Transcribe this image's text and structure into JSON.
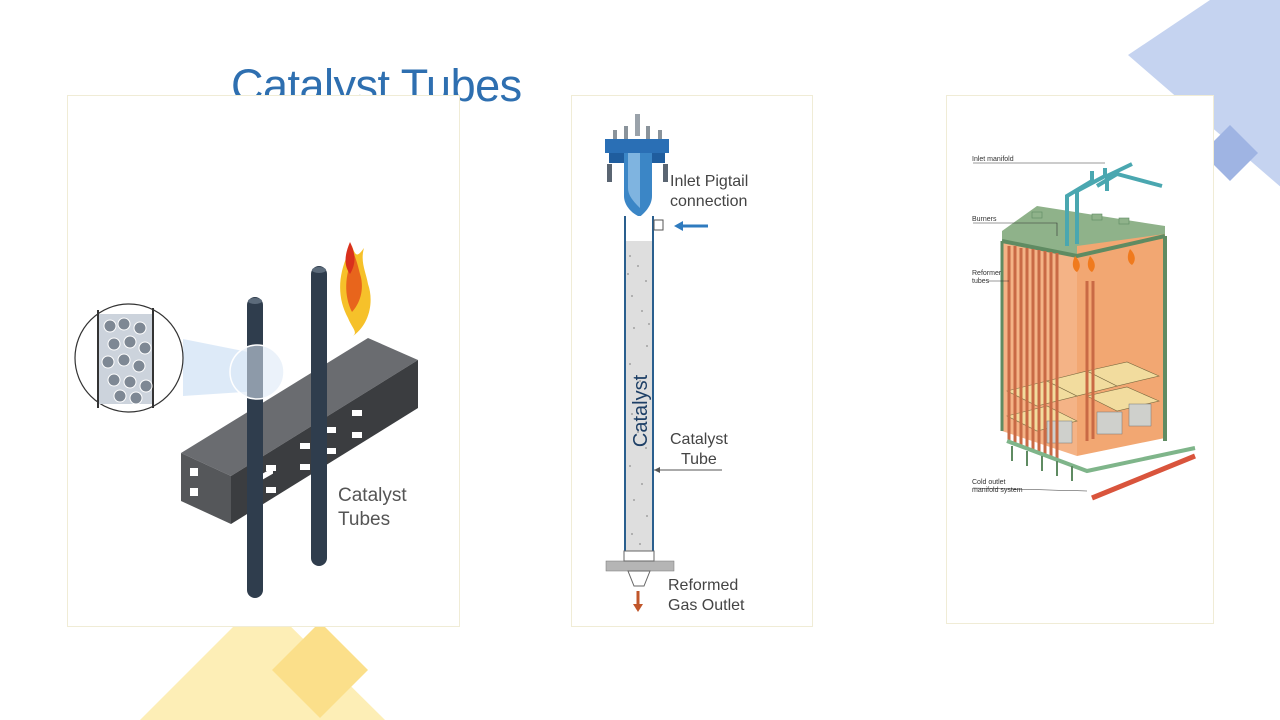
{
  "slide": {
    "title": "Catalyst Tubes"
  },
  "panel_left": {
    "label_line1": "Catalyst",
    "label_line2": "Tubes"
  },
  "panel_middle": {
    "inlet_line1": "Inlet Pigtail",
    "inlet_line2": "connection",
    "catalyst_text": "Catalyst",
    "tube_line1": "Catalyst",
    "tube_line2": "Tube",
    "outlet_line1": "Reformed",
    "outlet_line2": "Gas Outlet"
  },
  "panel_right": {
    "inlet_manifold": "Inlet manifold",
    "burners": "Burners",
    "reformer_line1": "Reformer",
    "reformer_line2": "tubes",
    "cold_line1": "Cold outlet",
    "cold_line2": "manifold system"
  },
  "colors": {
    "title": "#2e6fb0",
    "deco_blue": "#b9c9ec",
    "deco_yellow": "#fbe59a",
    "tube": "#2f3d4d",
    "furnace_orange": "#f2a772",
    "reformer_tube": "#c96a45"
  }
}
